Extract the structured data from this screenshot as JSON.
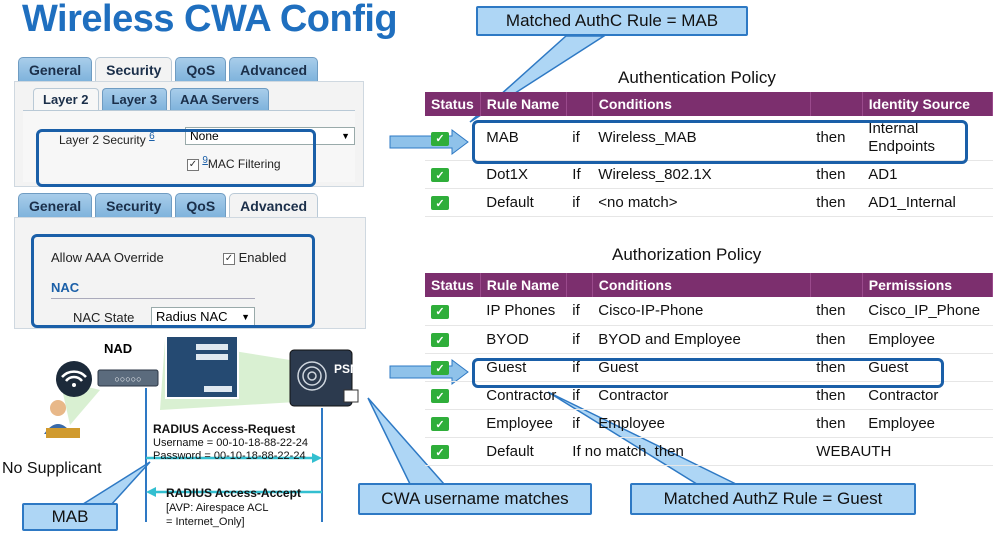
{
  "title": "Wireless CWA Config",
  "colors": {
    "title": "#1f6fbf",
    "header": "#7c2f6e",
    "status_ok": "#2fae3a",
    "highlight": "#1a5fa8",
    "callout": "#aed6f5"
  },
  "wlc_security": {
    "tabs": [
      "General",
      "Security",
      "QoS",
      "Advanced"
    ],
    "active_tab": "Security",
    "subtabs": [
      "Layer 2",
      "Layer 3",
      "AAA Servers"
    ],
    "active_subtab": "Layer 2",
    "layer2_label": "Layer 2 Security",
    "layer2_footnote": "6",
    "layer2_value": "None",
    "mac_footnote": "9",
    "mac_label": "MAC Filtering"
  },
  "wlc_advanced": {
    "tabs": [
      "General",
      "Security",
      "QoS",
      "Advanced"
    ],
    "active_tab": "Advanced",
    "aaa_override_label": "Allow AAA Override",
    "aaa_override_value": "Enabled",
    "nac_heading": "NAC",
    "nac_state_label": "NAC State",
    "nac_state_value": "Radius NAC"
  },
  "authc": {
    "title": "Authentication Policy",
    "columns": [
      "Status",
      "Rule Name",
      "Conditions",
      "",
      "Identity Source"
    ],
    "rows": [
      {
        "name": "MAB",
        "if": "if",
        "cond": "Wireless_MAB",
        "then": "then",
        "src": "Internal Endpoints"
      },
      {
        "name": "Dot1X",
        "if": "If",
        "cond": "Wireless_802.1X",
        "then": "then",
        "src": "AD1"
      },
      {
        "name": "Default",
        "if": "if",
        "cond": "<no match>",
        "then": "then",
        "src": "AD1_Internal"
      }
    ]
  },
  "authz": {
    "title": "Authorization Policy",
    "columns": [
      "Status",
      "Rule Name",
      "Conditions",
      "",
      "Permissions"
    ],
    "rows": [
      {
        "name": "IP Phones",
        "if": "if",
        "cond": "Cisco-IP-Phone",
        "then": "then",
        "perm": "Cisco_IP_Phone"
      },
      {
        "name": "BYOD",
        "if": "if",
        "cond": "BYOD and Employee",
        "then": "then",
        "perm": "Employee"
      },
      {
        "name": "Guest",
        "if": "if",
        "cond": "Guest",
        "then": "then",
        "perm": "Guest"
      },
      {
        "name": "Contractor",
        "if": "if",
        "cond": "Contractor",
        "then": "then",
        "perm": "Contractor"
      },
      {
        "name": "Employee",
        "if": "if",
        "cond": "Employee",
        "then": "then",
        "perm": "Employee"
      },
      {
        "name": "Default",
        "if": "If no match",
        "cond": "then",
        "then": "WEBAUTH",
        "perm": ""
      }
    ]
  },
  "callouts": {
    "authc_rule": "Matched AuthC Rule = MAB",
    "authz_rule": "Matched AuthZ Rule = Guest",
    "cwa_user": "CWA username matches",
    "mab": "MAB"
  },
  "diagram": {
    "nad": "NAD",
    "psn": "PSN",
    "no_supplicant": "No Supplicant",
    "req_title": "RADIUS Access-Request",
    "req_user": "Username = 00-10-18-88-22-24",
    "req_pass": "Password = 00-10-18-88-22-24",
    "acc_title": "RADIUS Access-Accept",
    "acc_avp": "[AVP: Airespace ACL",
    "acc_val": "= Internet_Only]"
  }
}
